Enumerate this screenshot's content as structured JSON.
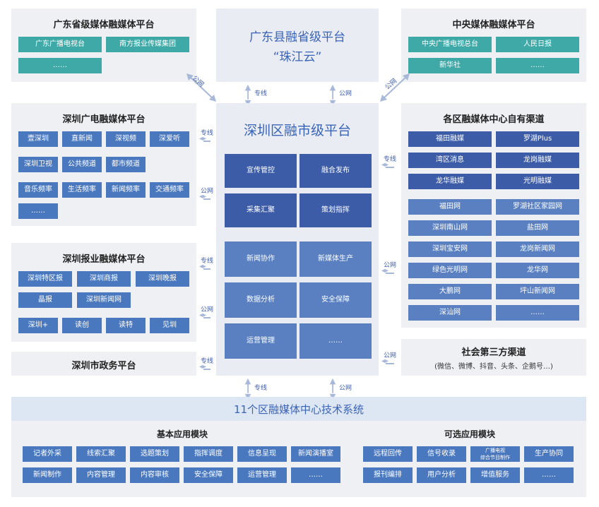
{
  "guangdong_provincial": {
    "title": "广东省级媒体融媒体平台",
    "items": [
      "广东广播电视台",
      "南方报业传媒集团",
      "……"
    ]
  },
  "county_platform": {
    "line1": "广东县融省级平台",
    "line2": "“珠江云”"
  },
  "central_media": {
    "title": "中央媒体融媒体平台",
    "items": [
      "中央广播电视总台",
      "人民日报",
      "新华社",
      "……"
    ]
  },
  "sz_broadcast": {
    "title": "深圳广电融媒体平台",
    "items": [
      "壹深圳",
      "直新闻",
      "深视频",
      "深爱听",
      "深圳卫视",
      "公共频道",
      "都市频道",
      "音乐频率",
      "生活频率",
      "新闻频率",
      "交通频率",
      "……"
    ]
  },
  "sz_press": {
    "title": "深圳报业融媒体平台",
    "items": [
      "深圳特区报",
      "深圳商报",
      "深圳晚报",
      "晶报",
      "深圳新闻网",
      "深圳+",
      "读创",
      "读特",
      "见圳"
    ]
  },
  "sz_gov": {
    "title": "深圳市政务平台"
  },
  "district_platform": {
    "title": "深圳区融市级平台",
    "modules": [
      "宣传管控",
      "融合发布",
      "采集汇聚",
      "策划指挥",
      "新闻协作",
      "新媒体生产",
      "数据分析",
      "安全保障",
      "运营管理",
      "……"
    ]
  },
  "district_channels": {
    "title": "各区融媒体中心自有渠道",
    "group1": [
      "福田融媒",
      "罗湖Plus",
      "湾区消息",
      "龙岗融媒",
      "龙华融媒",
      "光明融媒"
    ],
    "group2": [
      "福田网",
      "罗湖社区家园网",
      "深圳南山网",
      "盐田网",
      "深圳宝安网",
      "龙岗新闻网",
      "绿色光明网",
      "龙华网",
      "大鹏网",
      "坪山新闻网",
      "深汕网",
      "……"
    ]
  },
  "third_party": {
    "title": "社会第三方渠道",
    "subtitle": "(微信、微博、抖音、头条、企鹅号…)"
  },
  "connectors": {
    "public_net": "公网",
    "dedicated": "专线"
  },
  "tech_system": {
    "title": "11个区融媒体中心技术系统",
    "basic_title": "基本应用模块",
    "basic_items": [
      "记者外采",
      "线索汇聚",
      "选题策划",
      "指挥调度",
      "信息呈现",
      "新闻演播室",
      "新闻制作",
      "内容管理",
      "内容审核",
      "安全保障",
      "运营管理",
      "……"
    ],
    "optional_title": "可选应用模块",
    "optional_items": [
      "远程回传",
      "信号收录",
      "广播电视\n综合节目制作",
      "生产协同",
      "报刊编排",
      "用户分析",
      "增值服务",
      "……"
    ]
  },
  "colors": {
    "teal": "#3fa9a7",
    "blue": "#4a78bf",
    "dark_blue": "#3c5ca8",
    "title_blue": "#3a64b8",
    "panel_bg": "#eef0f4",
    "tech_header_bg": "#dde6f3"
  }
}
